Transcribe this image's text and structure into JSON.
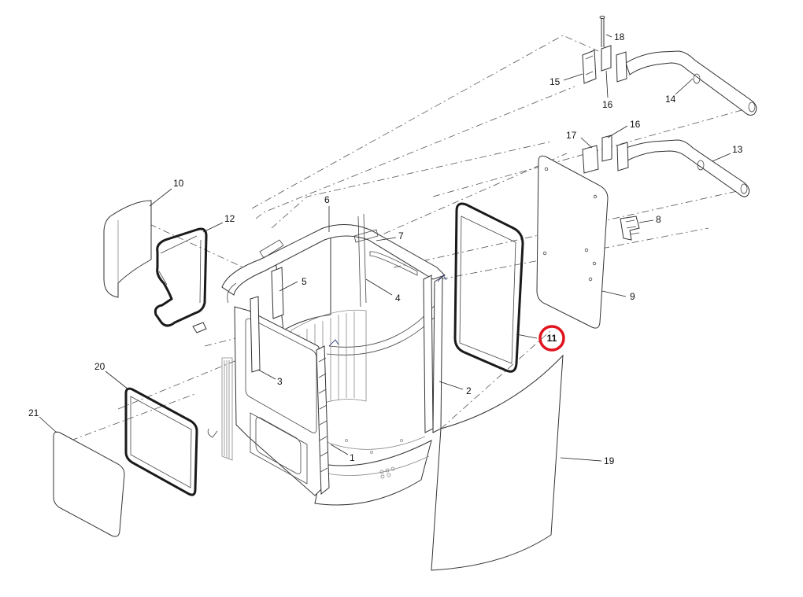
{
  "callouts": [
    {
      "id": "c1",
      "label": "1"
    },
    {
      "id": "c2",
      "label": "2"
    },
    {
      "id": "c3",
      "label": "3"
    },
    {
      "id": "c4",
      "label": "4"
    },
    {
      "id": "c5",
      "label": "5"
    },
    {
      "id": "c6",
      "label": "6"
    },
    {
      "id": "c7",
      "label": "7"
    },
    {
      "id": "c8",
      "label": "8"
    },
    {
      "id": "c9",
      "label": "9"
    },
    {
      "id": "c10",
      "label": "10"
    },
    {
      "id": "c11",
      "label": "11",
      "highlighted": true
    },
    {
      "id": "c12",
      "label": "12"
    },
    {
      "id": "c13",
      "label": "13"
    },
    {
      "id": "c14",
      "label": "14"
    },
    {
      "id": "c15",
      "label": "15"
    },
    {
      "id": "c16a",
      "label": "16"
    },
    {
      "id": "c16b",
      "label": "16"
    },
    {
      "id": "c17",
      "label": "17"
    },
    {
      "id": "c18",
      "label": "18"
    },
    {
      "id": "c19",
      "label": "19"
    },
    {
      "id": "c20",
      "label": "20"
    },
    {
      "id": "c21",
      "label": "21"
    }
  ],
  "highlight_color": "#e0141e"
}
